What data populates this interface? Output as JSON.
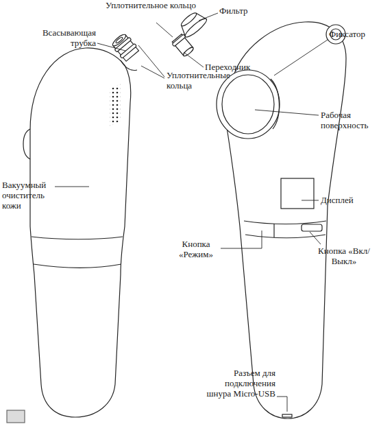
{
  "diagram": {
    "labels": [
      "Уплотнительное кольцо",
      "Фильтр",
      "Всасывающая трубка",
      "Переходник",
      "Уплотнительные кольца",
      "Вакуумный очиститель кожи",
      "Фиксатор",
      "Рабочая поверхность",
      "Дисплей",
      "Кнопка «Режим»",
      "Кнопка «Вкл/Выкл»",
      "Разъем для подключения шнура Micro-USB"
    ]
  }
}
